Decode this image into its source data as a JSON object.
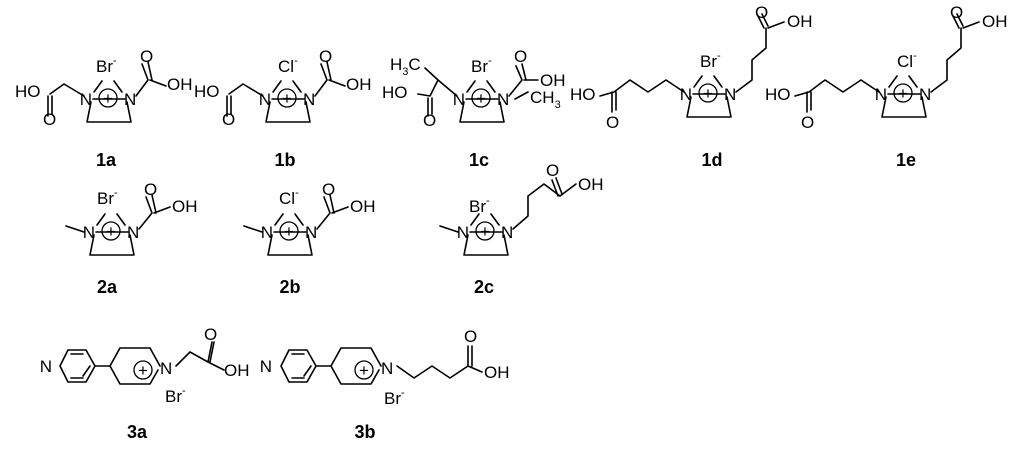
{
  "compounds": [
    {
      "id": "1a",
      "label": "1a",
      "anion": "Br",
      "charge": "-",
      "atoms": {
        "n_left": "N",
        "n_right": "N",
        "oh_left": "HO",
        "o_left": "O",
        "o_right": "O",
        "oh_right": "OH"
      }
    },
    {
      "id": "1b",
      "label": "1b",
      "anion": "Cl",
      "charge": "-",
      "atoms": {
        "n_left": "N",
        "n_right": "N",
        "oh_left": "HO",
        "o_left": "O",
        "o_right": "O",
        "oh_right": "OH"
      }
    },
    {
      "id": "1c",
      "label": "1c",
      "anion": "Br",
      "charge": "-",
      "atoms": {
        "n_left": "N",
        "n_right": "N",
        "h3c": "H",
        "h3c_sub": "3",
        "h3c_c": "C",
        "ch3": "CH",
        "ch3_sub": "3",
        "oh_left": "HO",
        "o_left": "O",
        "o_right": "O",
        "oh_right": "OH"
      }
    },
    {
      "id": "1d",
      "label": "1d",
      "anion": "Br",
      "charge": "-",
      "atoms": {
        "n_left": "N",
        "n_right": "N",
        "oh_left": "HO",
        "o_left": "O",
        "o_right": "O",
        "oh_right": "OH"
      }
    },
    {
      "id": "1e",
      "label": "1e",
      "anion": "Cl",
      "charge": "-",
      "atoms": {
        "n_left": "N",
        "n_right": "N",
        "oh_left": "HO",
        "o_left": "O",
        "o_right": "O",
        "oh_right": "OH"
      }
    },
    {
      "id": "2a",
      "label": "2a",
      "anion": "Br",
      "charge": "-",
      "atoms": {
        "n_left": "N",
        "n_right": "N",
        "o": "O",
        "oh": "OH"
      }
    },
    {
      "id": "2b",
      "label": "2b",
      "anion": "Cl",
      "charge": "-",
      "atoms": {
        "n_left": "N",
        "n_right": "N",
        "o": "O",
        "oh": "OH"
      }
    },
    {
      "id": "2c",
      "label": "2c",
      "anion": "Br",
      "charge": "-",
      "atoms": {
        "n_left": "N",
        "n_right": "N",
        "o": "O",
        "oh": "OH"
      }
    },
    {
      "id": "3a",
      "label": "3a",
      "anion": "Br",
      "charge": "-",
      "atoms": {
        "n_pyr": "N",
        "n_plus": "N",
        "o": "O",
        "oh": "OH"
      }
    },
    {
      "id": "3b",
      "label": "3b",
      "anion": "Br",
      "charge": "-",
      "atoms": {
        "n_pyr": "N",
        "n_plus": "N",
        "o": "O",
        "oh": "OH"
      }
    }
  ],
  "symbols": {
    "plus": "+"
  }
}
